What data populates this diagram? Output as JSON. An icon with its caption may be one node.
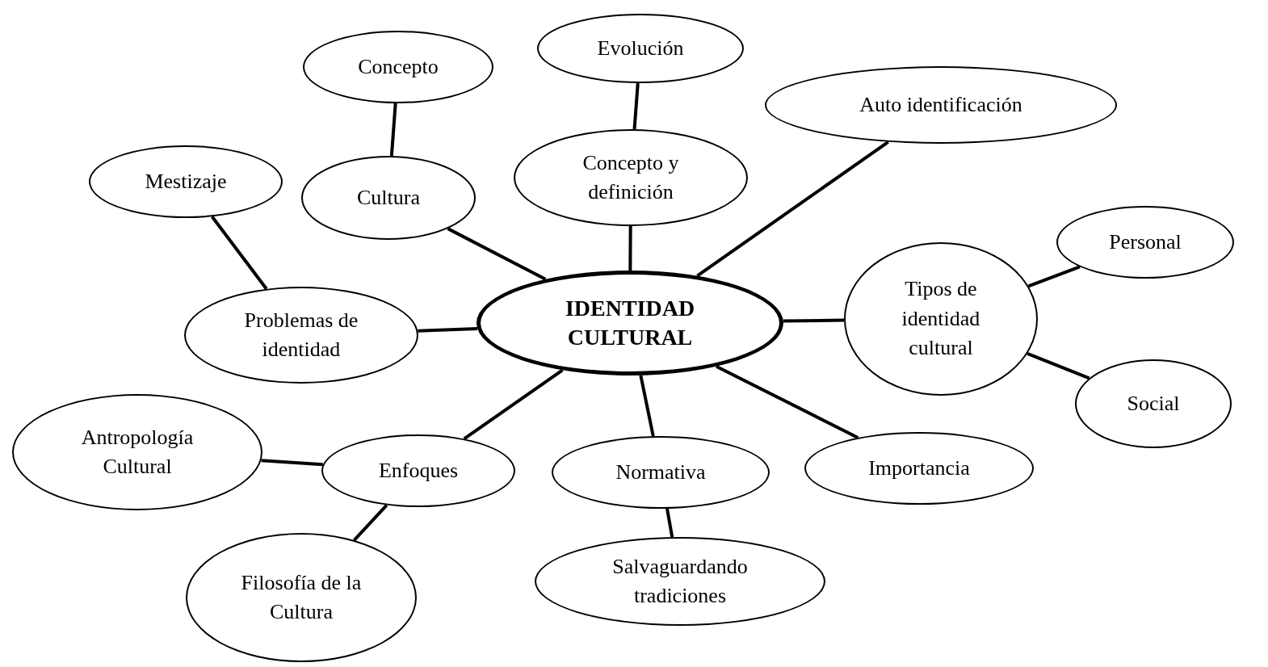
{
  "diagram": {
    "nodes": [
      {
        "text": [
          "IDENTIDAD CULTURAL"
        ]
      },
      {
        "text": [
          "Concepto"
        ]
      },
      {
        "text": [
          "Evolución"
        ]
      },
      {
        "text": [
          "Auto identificación"
        ]
      },
      {
        "text": [
          "Cultura"
        ]
      },
      {
        "text": [
          "Concepto y definición"
        ]
      },
      {
        "text": [
          "Mestizaje"
        ]
      },
      {
        "text": [
          "Personal"
        ]
      },
      {
        "text": [
          "Tipos de identidad cultural"
        ]
      },
      {
        "text": [
          "Problemas de identidad"
        ]
      },
      {
        "text": [
          "Social"
        ]
      },
      {
        "text": [
          "Antropología Cultural"
        ]
      },
      {
        "text": [
          "Enfoques"
        ]
      },
      {
        "text": [
          "Normativa"
        ]
      },
      {
        "text": [
          "Importancia"
        ]
      },
      {
        "text": [
          "Filosofía de la Cultura"
        ]
      },
      {
        "text": [
          "Salvaguardando tradiciones"
        ]
      }
    ],
    "edges": [
      {
        "from": 0,
        "to": 5,
        "arrow": "none"
      },
      {
        "from": 5,
        "to": 2,
        "arrow": "none"
      },
      {
        "from": 0,
        "to": 4,
        "arrow": "none"
      },
      {
        "from": 4,
        "to": 1,
        "arrow": "none"
      },
      {
        "from": 0,
        "to": 3,
        "arrow": "none"
      },
      {
        "from": 0,
        "to": 8,
        "arrow": "none"
      },
      {
        "from": 8,
        "to": 7,
        "arrow": "none"
      },
      {
        "from": 8,
        "to": 10,
        "arrow": "none"
      },
      {
        "from": 0,
        "to": 9,
        "arrow": "none"
      },
      {
        "from": 9,
        "to": 6,
        "arrow": "none"
      },
      {
        "from": 0,
        "to": 12,
        "arrow": "none"
      },
      {
        "from": 12,
        "to": 11,
        "arrow": "none"
      },
      {
        "from": 12,
        "to": 15,
        "arrow": "none"
      },
      {
        "from": 0,
        "to": 13,
        "arrow": "none"
      },
      {
        "from": 13,
        "to": 16,
        "arrow": "none"
      },
      {
        "from": 0,
        "to": 14,
        "arrow": "none"
      }
    ]
  }
}
